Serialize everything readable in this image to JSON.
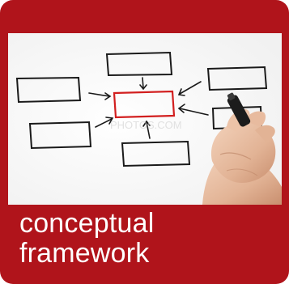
{
  "tile": {
    "caption_line1": "conceptual",
    "caption_line2": "framework"
  },
  "colors": {
    "brand_red": "#b0141b",
    "highlight_box": "#d21f1f",
    "ink": "#1a1a1a"
  },
  "photo": {
    "watermark": "PHOTOS.COM"
  }
}
